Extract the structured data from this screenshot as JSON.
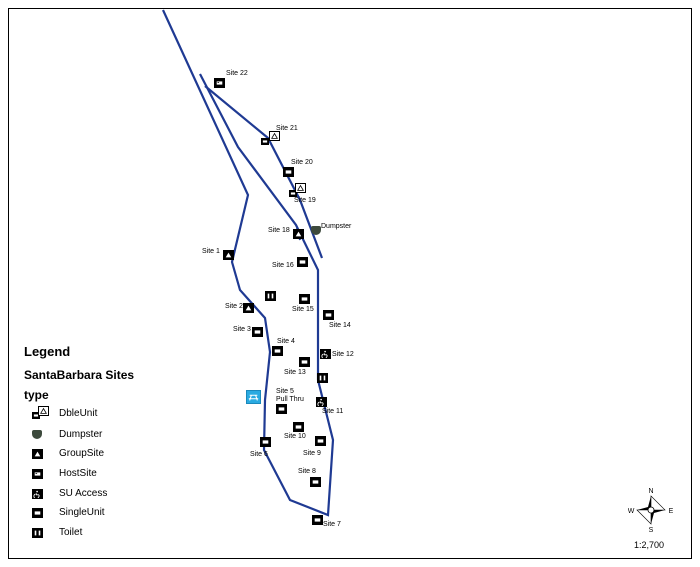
{
  "legend": {
    "title": "Legend",
    "layer_name": "SantaBarbara Sites",
    "field": "type",
    "items": [
      {
        "label": "DbleUnit",
        "icon": "double-unit-icon"
      },
      {
        "label": "Dumpster",
        "icon": "dumpster-icon"
      },
      {
        "label": "GroupSite",
        "icon": "group-site-icon"
      },
      {
        "label": "HostSite",
        "icon": "host-site-icon"
      },
      {
        "label": "SU Access",
        "icon": "accessible-icon"
      },
      {
        "label": "SingleUnit",
        "icon": "single-unit-icon"
      },
      {
        "label": "Toilet",
        "icon": "toilet-icon"
      }
    ]
  },
  "map": {
    "road_color": "#1f3a93",
    "labels": {
      "site22": "Site 22",
      "site21": "Site 21",
      "site20": "Site 20",
      "site19": "Site 19",
      "dumpster": "Dumpster",
      "site18": "Site 18",
      "site1": "Site 1",
      "site16": "Site 16",
      "site2": "Site 2",
      "site15": "Site 15",
      "site14": "Site 14",
      "site3": "Site 3",
      "site4": "Site 4",
      "site12": "Site 12",
      "site13": "Site 13",
      "site5": "Site 5",
      "pullthru": "Pull Thru",
      "site11": "Site 11",
      "site10": "Site 10",
      "site9": "Site 9",
      "site6": "Site 6",
      "site8": "Site 8",
      "site7": "Site 7"
    }
  },
  "compass": {
    "n": "N",
    "s": "S",
    "e": "E",
    "w": "W"
  },
  "scale": "1:2,700"
}
